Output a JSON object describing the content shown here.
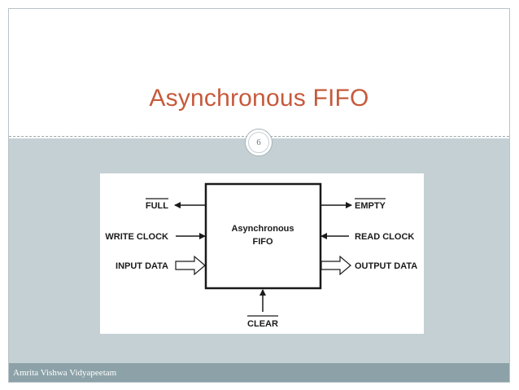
{
  "slide": {
    "title": "Asynchronous FIFO",
    "page_number": "6",
    "footer": "Amrita Vishwa Vidyapeetam"
  },
  "diagram": {
    "block_label_line1": "Asynchronous",
    "block_label_line2": "FIFO",
    "signals": {
      "full": "FULL",
      "write_clock": "WRITE CLOCK",
      "input_data": "INPUT DATA",
      "empty": "EMPTY",
      "read_clock": "READ CLOCK",
      "output_data": "OUTPUT DATA",
      "clear": "CLEAR"
    }
  },
  "colors": {
    "title": "#c65a3c",
    "content_bg": "#c5d0d5",
    "footer_bg": "#8ca2a8"
  }
}
